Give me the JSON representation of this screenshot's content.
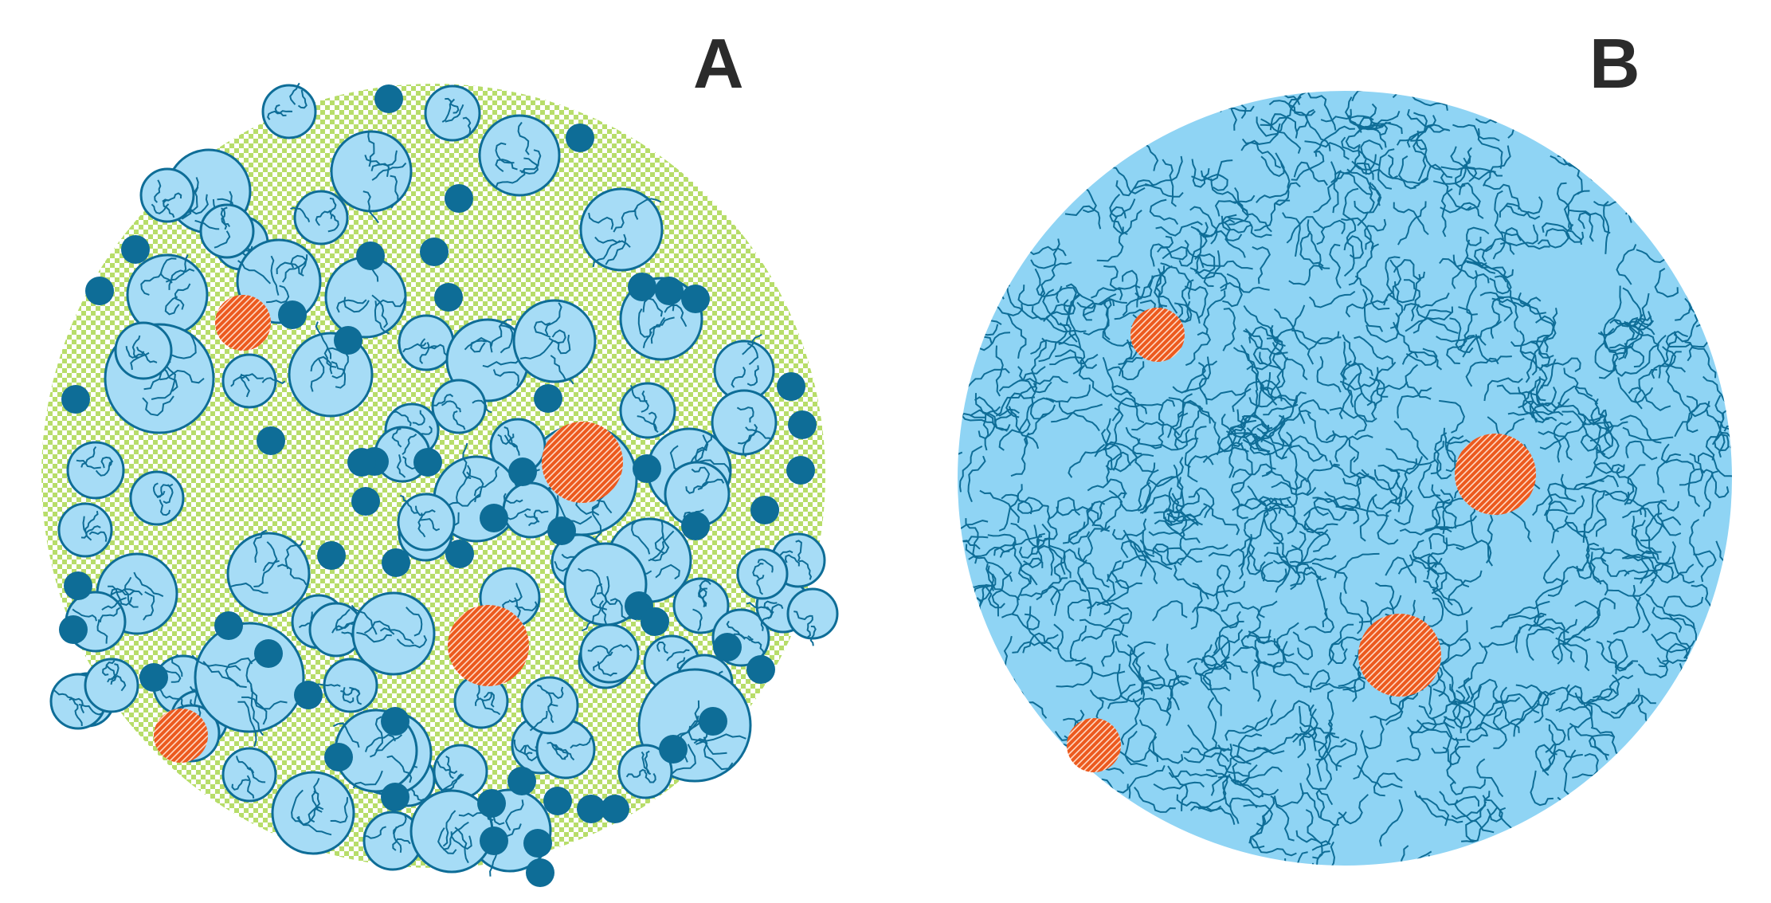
{
  "panels": [
    {
      "label": "A",
      "matrix": "checkered-porous",
      "colors": {
        "matrix_a": "#b7dd6a",
        "matrix_b": "#ffffff"
      }
    },
    {
      "label": "B",
      "matrix": "continuous-network",
      "colors": {
        "matrix": "#8fd4f4"
      }
    }
  ],
  "colors": {
    "polymer_fill": "#a6dcf6",
    "polymer_chain": "#0e6d97",
    "polymer_outline": "#0e6d97",
    "small_particle": "#0e6d97",
    "inclusion_fill": "#ec5a1f",
    "inclusion_pattern": "#ffd9c4",
    "label": "#2b2b2b"
  },
  "legend": []
}
